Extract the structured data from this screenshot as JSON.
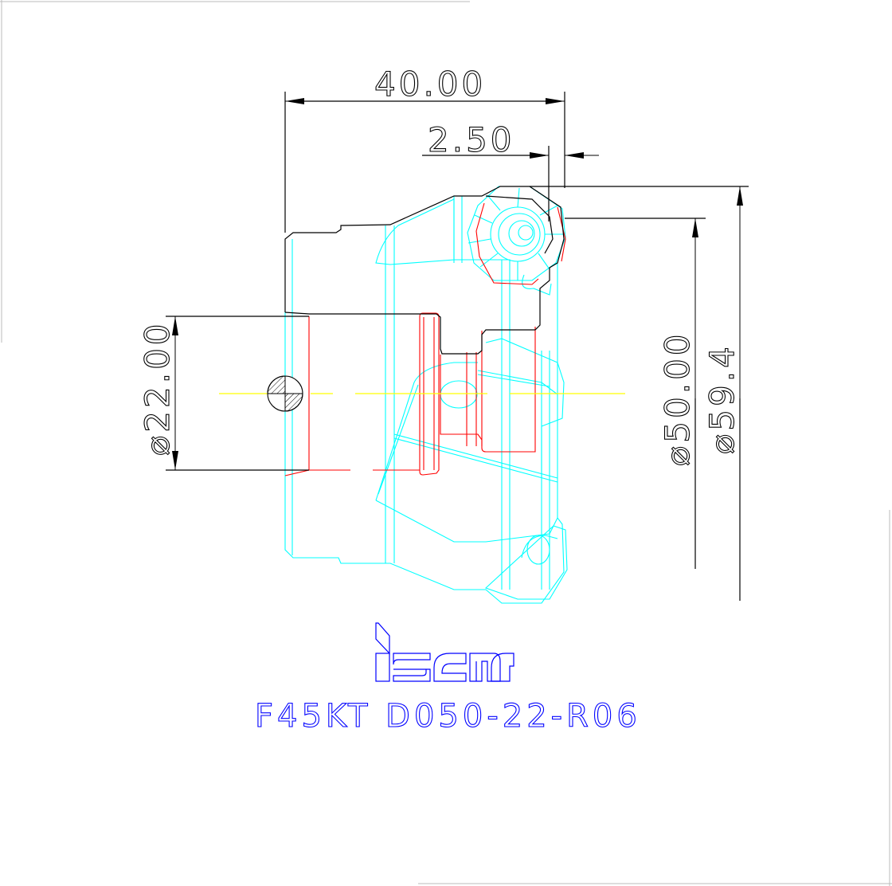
{
  "drawing": {
    "dimensions": {
      "overall_length": "40.00",
      "insert_offset": "2.50",
      "bore_diameter": "⌀22.00",
      "cutting_diameter": "⌀50.00",
      "max_diameter": "⌀59.4"
    },
    "logo_text": "iscar",
    "part_number": "F45KT D050-22-R06",
    "colors": {
      "outline": "#000000",
      "body": "#00ffff",
      "hidden": "#ff0000",
      "centerline": "#ffff00",
      "title": "#0000ff"
    }
  }
}
